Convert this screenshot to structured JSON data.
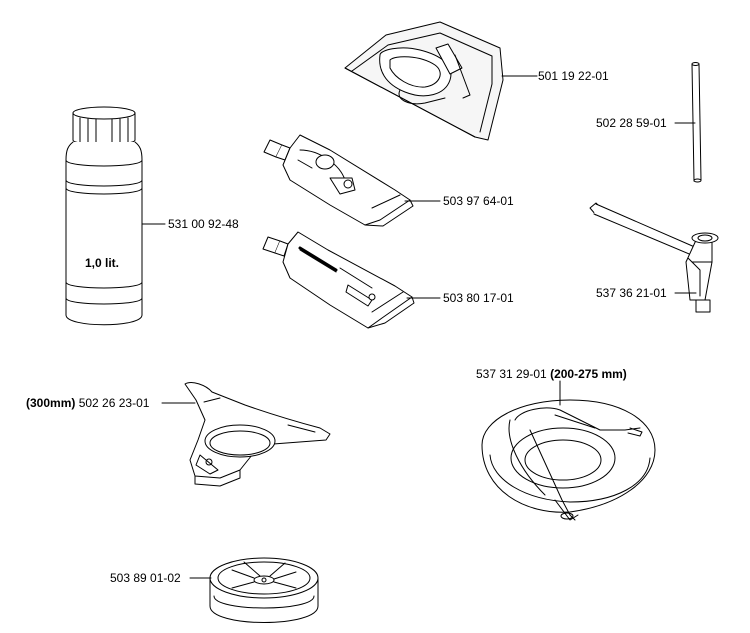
{
  "parts": [
    {
      "id": "p1",
      "part_number": "501 19 22-01"
    },
    {
      "id": "p2",
      "part_number": "502 28 59-01"
    },
    {
      "id": "p3",
      "part_number": "531 00 92-48",
      "inner_label": "1,0 lit."
    },
    {
      "id": "p4",
      "part_number": "503 97 64-01"
    },
    {
      "id": "p5",
      "part_number": "503 80 17-01"
    },
    {
      "id": "p6",
      "part_number": "537 36 21-01"
    },
    {
      "id": "p7",
      "part_number": "502 26 23-01",
      "prefix": "(300mm)"
    },
    {
      "id": "p8",
      "part_number": "537 31 29-01",
      "suffix": "(200-275 mm)"
    },
    {
      "id": "p9",
      "part_number": "503 89 01-02"
    }
  ]
}
